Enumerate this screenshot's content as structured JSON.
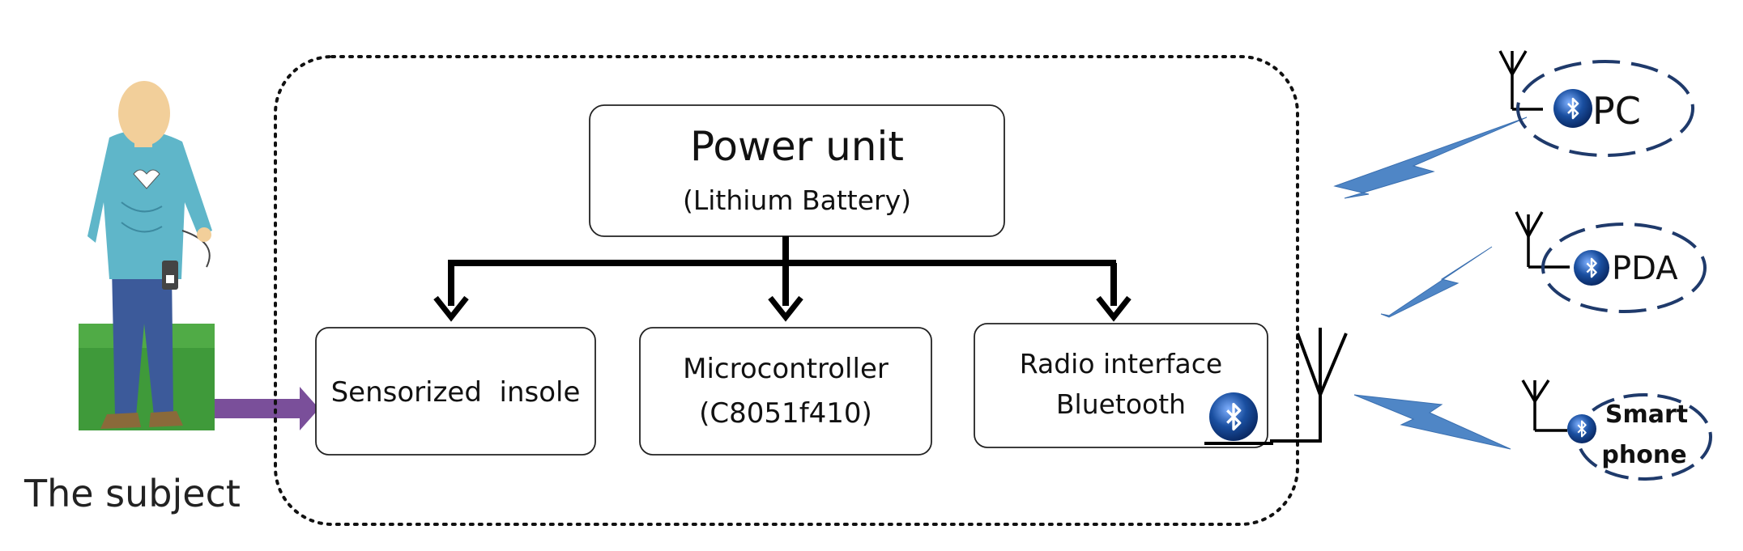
{
  "subject": {
    "caption": "The subject"
  },
  "power_unit": {
    "title": "Power unit",
    "subtitle": "(Lithium Battery)"
  },
  "blocks": {
    "insole": {
      "label": "Sensorized  insole"
    },
    "micro": {
      "line1": "Microcontroller",
      "line2": "(C8051f410)"
    },
    "radio": {
      "line1": "Radio interface",
      "line2": "Bluetooth"
    }
  },
  "devices": [
    {
      "id": "pc",
      "label": "PC"
    },
    {
      "id": "pda",
      "label": "PDA"
    },
    {
      "id": "smartphone",
      "label_line1": "Smart",
      "label_line2": "phone"
    }
  ],
  "colors": {
    "line": "#000000",
    "arrow_purple": "#7a4f9a",
    "lightning_blue": "#4f86c6",
    "ellipse_blue": "#1f3a6b",
    "bluetooth_blue": "#1a4fa0",
    "grass_green": "#3f9a3a",
    "shirt": "#5fb6c9",
    "trousers": "#3c5a9a"
  }
}
